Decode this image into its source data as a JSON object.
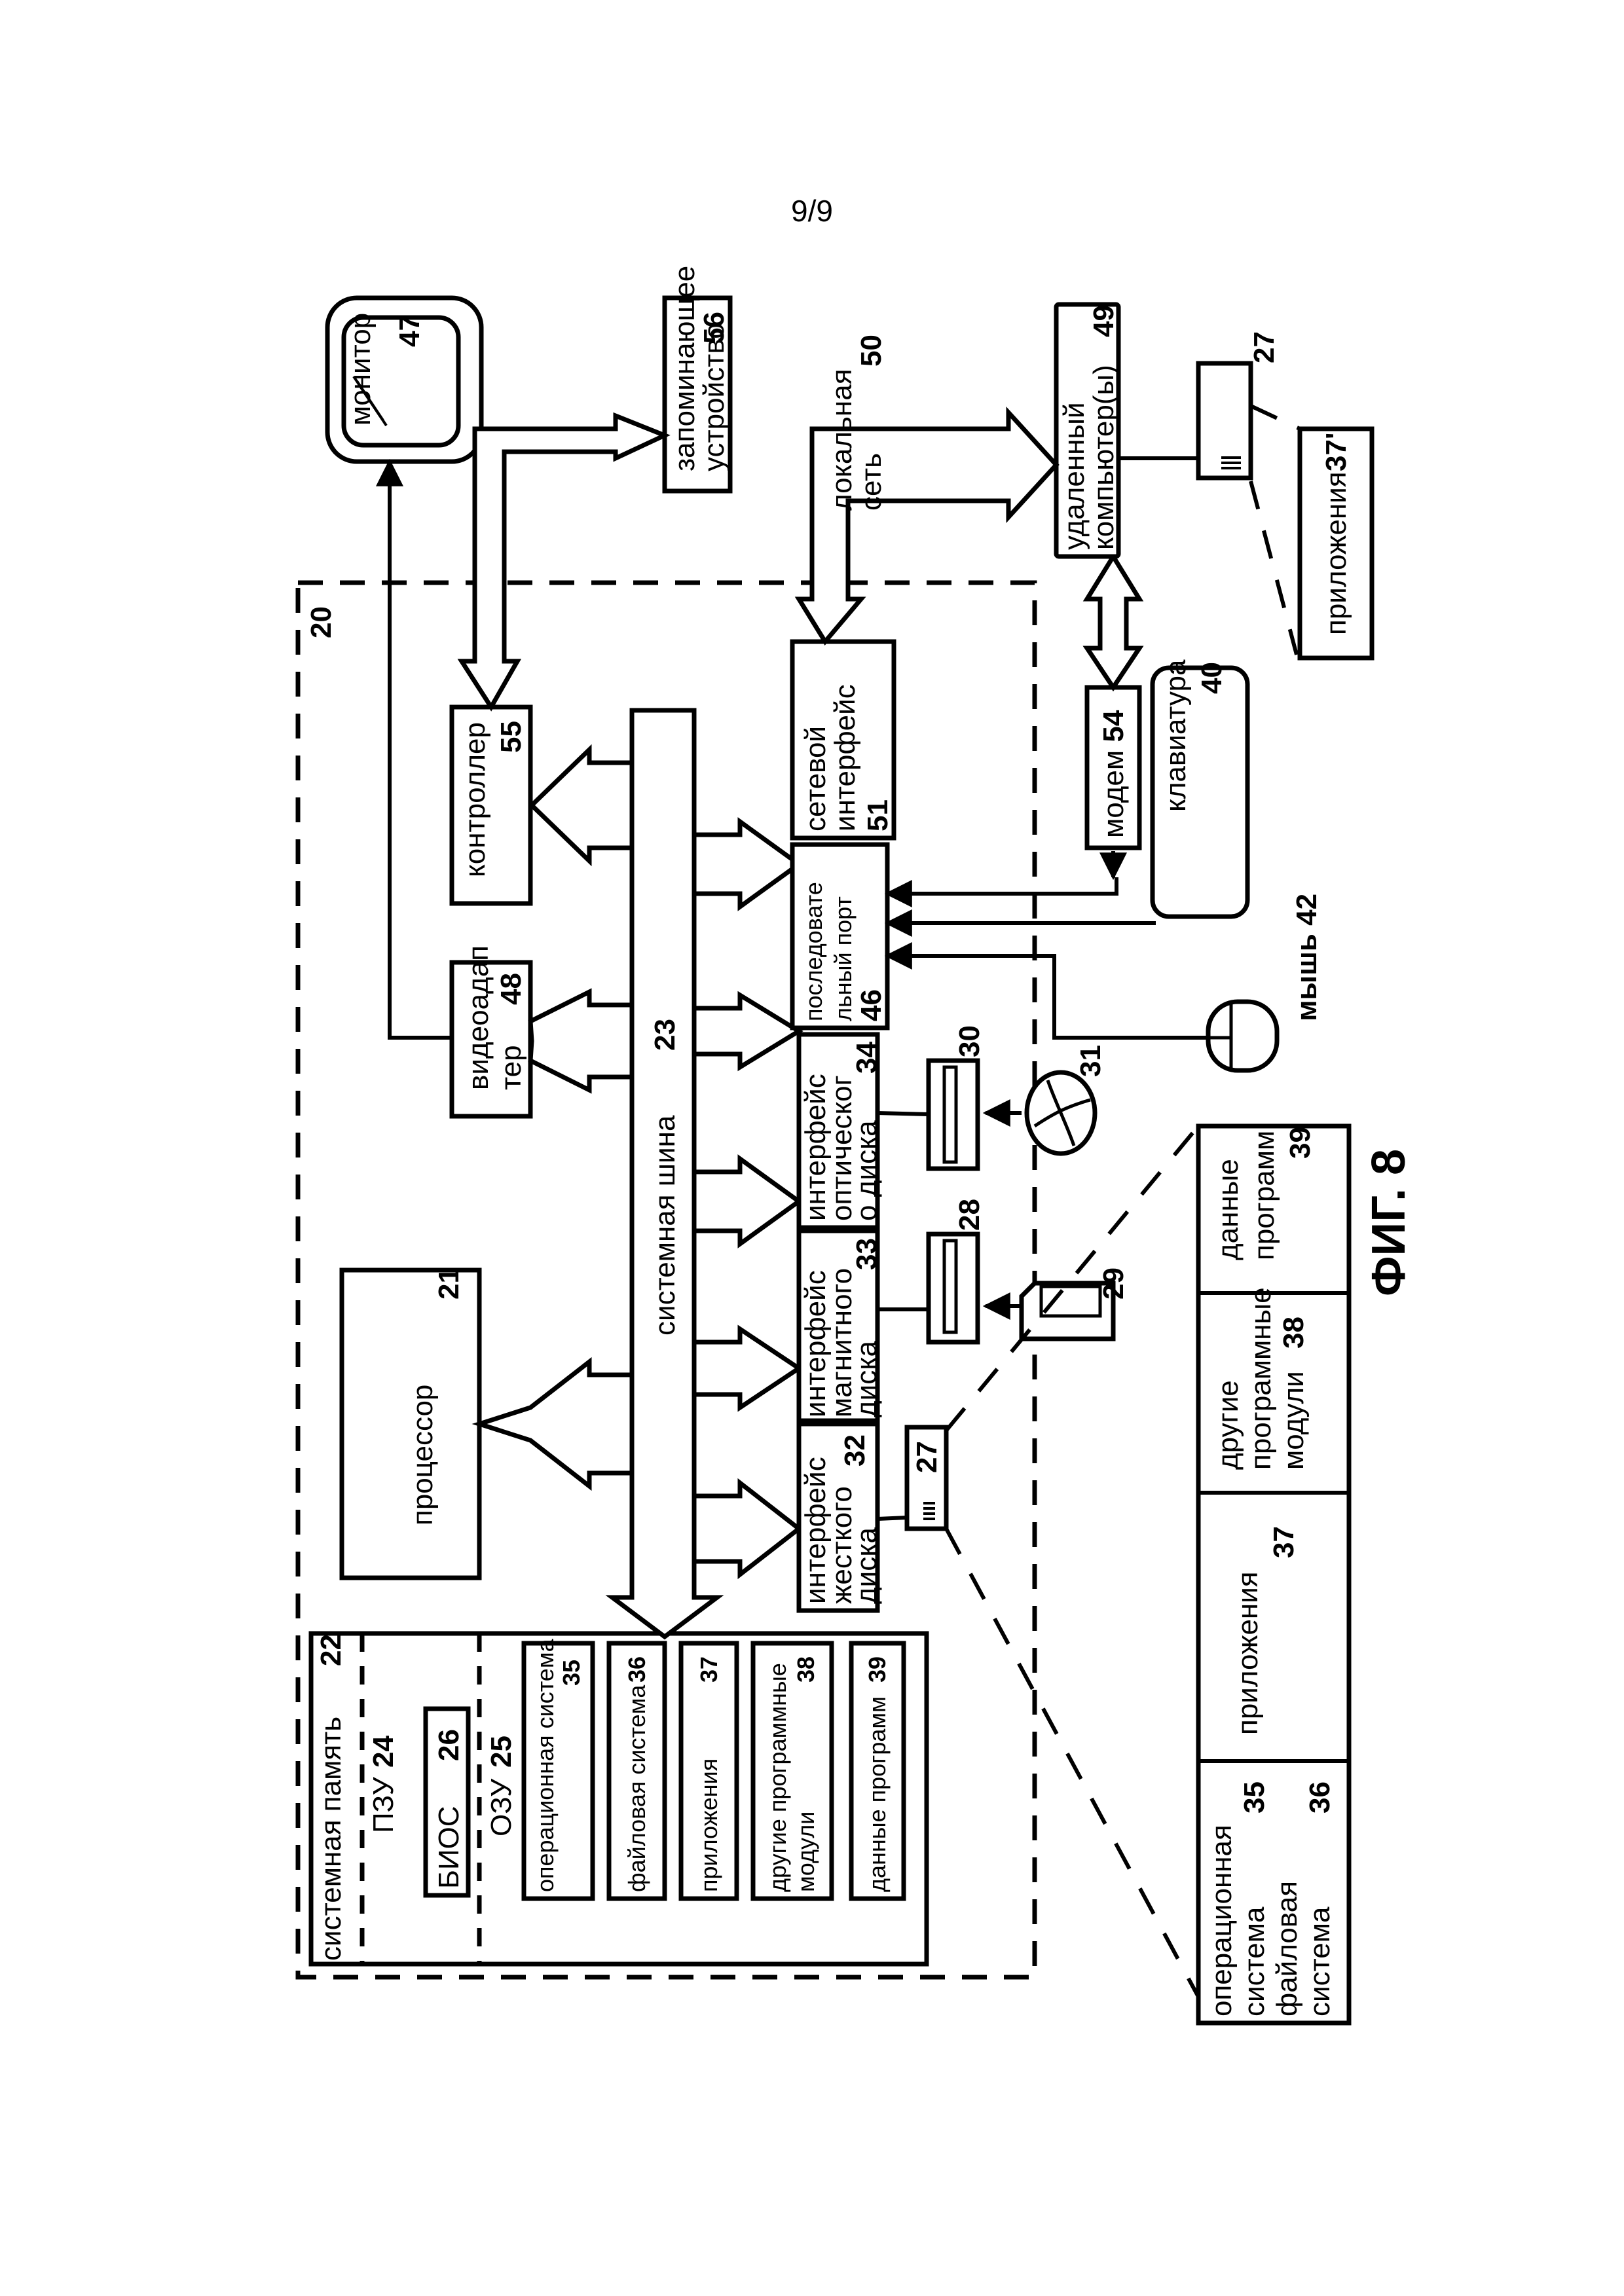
{
  "page": {
    "number": "9/9",
    "figure_label": "ФИГ. 8"
  },
  "computer": {
    "ref": "20"
  },
  "system_memory": {
    "title": "системная память",
    "ref": "22",
    "rom": {
      "label": "ПЗУ",
      "ref": "24"
    },
    "bios": {
      "label": "БИОС",
      "ref": "26"
    },
    "ram": {
      "label": "ОЗУ",
      "ref": "25"
    },
    "ram_items": [
      {
        "label": "операционная система",
        "ref": "35"
      },
      {
        "label": "файловая система",
        "ref": "36"
      },
      {
        "label": "приложения",
        "ref": "37"
      },
      {
        "label_line1": "другие программные",
        "label_line2": "модули",
        "ref": "38"
      },
      {
        "label": "данные программ",
        "ref": "39"
      }
    ]
  },
  "processor": {
    "label": "процессор",
    "ref": "21"
  },
  "system_bus": {
    "label": "системная шина",
    "ref": "23"
  },
  "video_adapter": {
    "line1": "видеоадап",
    "line2": "тер",
    "ref": "48"
  },
  "controller": {
    "label": "контроллер",
    "ref": "55"
  },
  "monitor": {
    "label": "монитор",
    "ref": "47"
  },
  "storage_device": {
    "line1": "запоминающее",
    "line2": "устройство",
    "ref": "56"
  },
  "interfaces": [
    {
      "line1": "интерфейс",
      "line2": "жесткого",
      "line3": "диска",
      "ref": "32"
    },
    {
      "line1": "интерфейс",
      "line2": "магнитного",
      "line3": "диска",
      "ref": "33"
    },
    {
      "line1": "интерфейс",
      "line2": "оптическог",
      "line3": "о диска",
      "ref": "34"
    },
    {
      "line1": "последовате",
      "line2": "льный порт",
      "line3": "",
      "ref": "46"
    },
    {
      "line1": "сетевой",
      "line2": "интерфейс",
      "line3": "",
      "ref": "51"
    }
  ],
  "devices": {
    "hard_disk": {
      "ref": "27"
    },
    "magnetic_drive": {
      "ref": "28"
    },
    "floppy": {
      "ref": "29"
    },
    "optical_drive": {
      "ref": "30"
    },
    "optical_disc": {
      "ref": "31"
    },
    "mouse": {
      "label": "мышь",
      "ref": "42"
    },
    "keyboard": {
      "label": "клавиатура",
      "ref": "40"
    },
    "modem": {
      "label": "модем",
      "ref": "54"
    }
  },
  "local_network": {
    "line1": "локальная",
    "line2": "сеть",
    "ref": "50"
  },
  "remote_computer": {
    "line1": "удаленный",
    "line2": "компьютер(ы)",
    "ref": "49"
  },
  "remote_disk": {
    "ref": "27"
  },
  "remote_apps": {
    "label": "приложения",
    "ref": "37'"
  },
  "disk_contents": [
    {
      "line1": "операционная",
      "line2": "система",
      "ref1": "35",
      "line3": "файловая",
      "line4": "система",
      "ref2": "36"
    },
    {
      "label": "приложения",
      "ref": "37"
    },
    {
      "line1": "другие",
      "line2": "программные",
      "line3": "модули",
      "ref": "38"
    },
    {
      "line1": "данные",
      "line2": "программ",
      "ref": "39"
    }
  ]
}
